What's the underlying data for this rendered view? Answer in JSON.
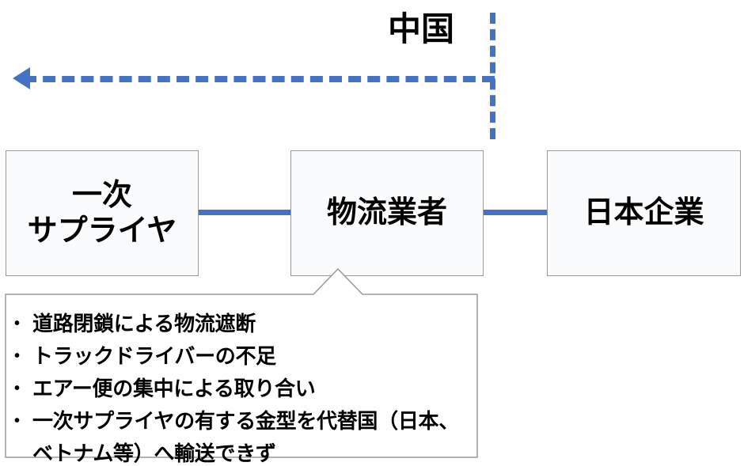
{
  "diagram": {
    "region_label": "中国",
    "colors": {
      "accent_blue": "#4472C4",
      "box_border": "#9a9a9a",
      "box_fill": "#FAFBFC",
      "text": "#000000",
      "background": "#FFFFFF"
    },
    "boxes": [
      {
        "id": "supplier",
        "label": "一次\nサプライヤ"
      },
      {
        "id": "logistics",
        "label": "物流業者"
      },
      {
        "id": "japanco",
        "label": "日本企業"
      }
    ],
    "connectors": [
      {
        "id": "supplier-logistics",
        "style": "solid-blue"
      },
      {
        "id": "logistics-japanco",
        "style": "solid-blue"
      }
    ],
    "flow_arrow": {
      "direction": "left",
      "style": "dashed",
      "color": "#4472C4"
    },
    "region_divider": {
      "orientation": "vertical",
      "style": "dashed",
      "color": "#4472C4"
    },
    "callout": {
      "anchor": "logistics",
      "bullets": [
        "道路閉鎖による物流遮断",
        "トラックドライバーの不足",
        "エアー便の集中による取り合い",
        "一次サプライヤの有する金型を代替国（日本、ベトナム等）へ輸送できず"
      ]
    }
  }
}
